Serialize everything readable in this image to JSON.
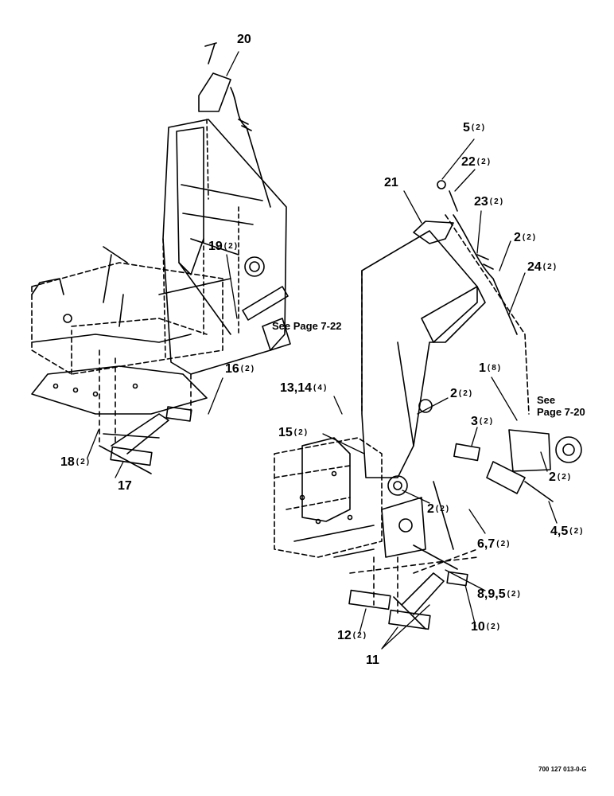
{
  "callouts": [
    {
      "id": "20",
      "qty": ""
    },
    {
      "id": "19",
      "qty": "(2)"
    },
    {
      "id": "16",
      "qty": "(2)"
    },
    {
      "id": "18",
      "qty": "(2)"
    },
    {
      "id": "17",
      "qty": ""
    },
    {
      "id": "5",
      "qty": "(2)"
    },
    {
      "id": "22",
      "qty": "(2)"
    },
    {
      "id": "21",
      "qty": ""
    },
    {
      "id": "23",
      "qty": "(2)"
    },
    {
      "id": "2",
      "qty": "(2)"
    },
    {
      "id": "24",
      "qty": "(2)"
    },
    {
      "id": "1",
      "qty": "(8)"
    },
    {
      "id": "13,14",
      "qty": "(4)"
    },
    {
      "id": "2",
      "qty": "(2)"
    },
    {
      "id": "15",
      "qty": "(2)"
    },
    {
      "id": "3",
      "qty": "(2)"
    },
    {
      "id": "2",
      "qty": "(2)"
    },
    {
      "id": "2",
      "qty": "(2)"
    },
    {
      "id": "6,7",
      "qty": "(2)"
    },
    {
      "id": "4,5",
      "qty": "(2)"
    },
    {
      "id": "8,9,5",
      "qty": "(2)"
    },
    {
      "id": "10",
      "qty": "(2)"
    },
    {
      "id": "12",
      "qty": "(2)"
    },
    {
      "id": "11",
      "qty": ""
    }
  ],
  "references": {
    "left": "See Page 7-22",
    "right_line1": "See",
    "right_line2": "Page 7-20"
  },
  "figure_number": "700 127 013-0-G"
}
